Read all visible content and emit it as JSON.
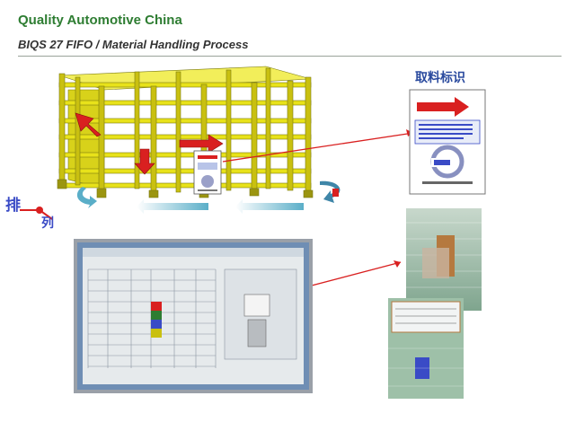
{
  "header": {
    "title": "Quality Automotive China",
    "subtitle": "BIQS 27 FIFO / Material Handling Process"
  },
  "card": {
    "title": "取料标识"
  },
  "axes": {
    "row_label": "排",
    "column_label": "列"
  },
  "colors": {
    "title_green": "#2e7d32",
    "rack_yellow": "#e8e21a",
    "arrow_red": "#d92020",
    "flow_teal": "#5aaec8",
    "card_title_blue": "#2a4a9e"
  }
}
